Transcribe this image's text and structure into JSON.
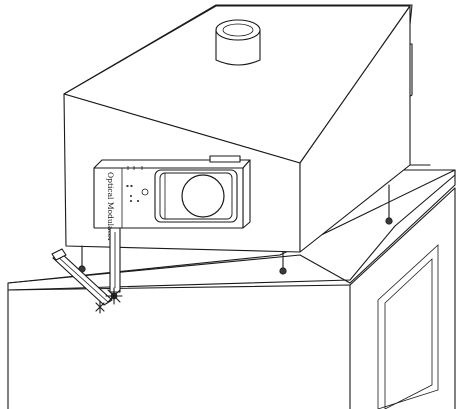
{
  "figure": {
    "device_label": "Optical Modulator",
    "icons": [
      "chimney-pipe",
      "power-led",
      "knob",
      "screw-foot",
      "sensor-star"
    ]
  }
}
